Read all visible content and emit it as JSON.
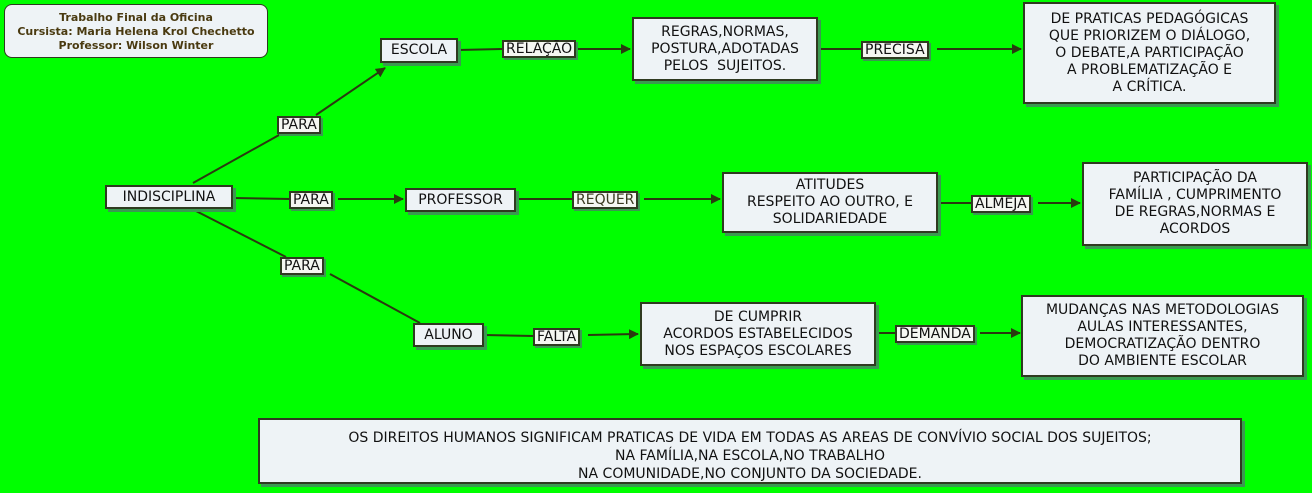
{
  "header": {
    "line1": "Trabalho Final da Oficina",
    "line2": "Cursista: Maria Helena Krol Chechetto",
    "line3": "Professor: Wilson Winter"
  },
  "colors": {
    "background": "#00ff00",
    "node_fill": "#eef3f6",
    "node_border": "#2f3a20",
    "shadow": "#3a9a50",
    "link": "#2a3a10"
  },
  "nodes": {
    "indisciplina": "INDISCIPLINA",
    "escola": "ESCOLA",
    "professor": "PROFESSOR",
    "aluno": "ALUNO",
    "regras": "REGRAS,NORMAS,\nPOSTURA,ADOTADAS\nPELOS  SUJEITOS.",
    "praticas": "DE PRATICAS PEDAGÓGICAS\nQUE PRIORIZEM O DIÁLOGO,\nO DEBATE,A PARTICIPAÇÃO\nA PROBLEMATIZAÇÃO E\nA CRÍTICA.",
    "atitudes": "ATITUDES\nRESPEITO AO OUTRO, E\nSOLIDARIEDADE",
    "participacao": "PARTICIPAÇÃO DA\nFAMÍLIA , CUMPRIMENTO\nDE REGRAS,NORMAS E\nACORDOS",
    "cumprir": "DE CUMPRIR\nACORDOS ESTABELECIDOS\nNOS ESPAÇOS ESCOLARES",
    "mudancas": "MUDANÇAS NAS METODOLOGIAS\nAULAS INTERESSANTES,\nDEMOCRATIZAÇÃO DENTRO\nDO AMBIENTE ESCOLAR"
  },
  "links": {
    "para_escola": "PARA",
    "para_professor": "PARA",
    "para_aluno": "PARA",
    "relacao": "RELAÇÃO",
    "precisa": "PRECISA",
    "requer": "REQUER",
    "almeja": "ALMEJA",
    "falta": "FALTA",
    "demanda": "DEMANDA"
  },
  "footer": {
    "line1": "OS DIREITOS HUMANOS SIGNIFICAM PRATICAS DE VIDA EM TODAS AS AREAS DE CONVÍVIO SOCIAL DOS SUJEITOS;",
    "line2": "NA FAMÍLIA,NA ESCOLA,NO TRABALHO",
    "line3": "NA COMUNIDADE,NO CONJUNTO DA SOCIEDADE."
  }
}
